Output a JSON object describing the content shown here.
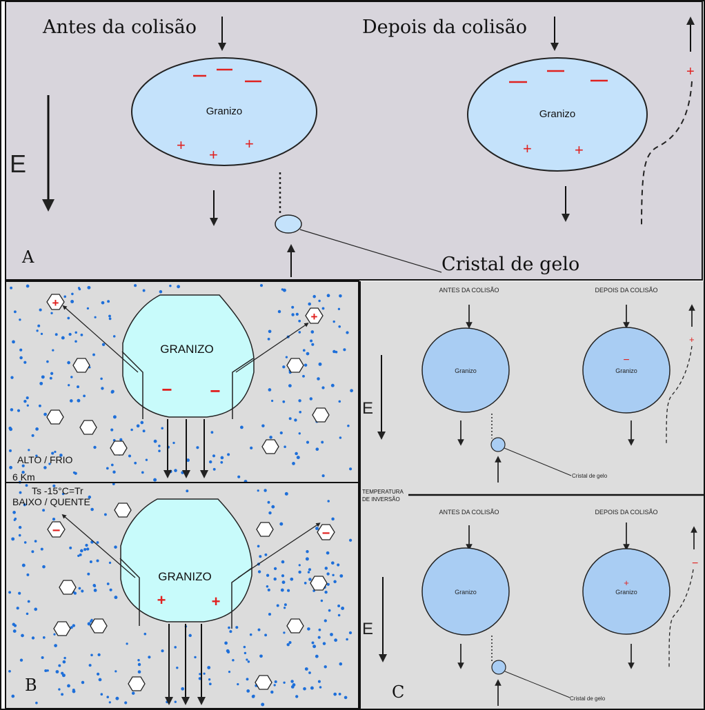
{
  "colors": {
    "panel_bg": "#d8d5dc",
    "panel_c_bg": "#dddddd",
    "hail_fill": "#c4e2fb",
    "hail_fill_c": "#a9cdf3",
    "hail_fill_b": "#c8fbfb",
    "charge_red": "#e0211f",
    "ice_dot": "#1e6fd9",
    "line": "#222222"
  },
  "panel_a": {
    "label": "A",
    "before_title": "Antes da colisão",
    "after_title": "Depois da colisão",
    "hail_label_left": "Granizo",
    "hail_label_right": "Granizo",
    "field_label": "E",
    "ice_crystal_label": "Cristal de gelo",
    "charge_minus": "—",
    "charge_plus": "+"
  },
  "panel_b": {
    "label": "B",
    "hail_label_top": "GRANIZO",
    "hail_label_bottom": "GRANIZO",
    "upper_layer": "ALTO / FRIO",
    "height": "6 Km",
    "threshold": "Ts -15°C=Tr",
    "lower_layer": "BAIXO / QUENTE",
    "charge_minus": "−",
    "charge_plus": "+"
  },
  "panel_c": {
    "label": "C",
    "before_title": "ANTES DA COLISÃO",
    "after_title": "DEPOIS DA COLISÃO",
    "hail_label": "Granizo",
    "field_label": "E",
    "ice_crystal_label": "Cristal de gelo",
    "inversion_label_1": "TEMPERATURA",
    "inversion_label_2": "DE INVERSÃO",
    "charge_minus": "−",
    "charge_plus": "+"
  }
}
